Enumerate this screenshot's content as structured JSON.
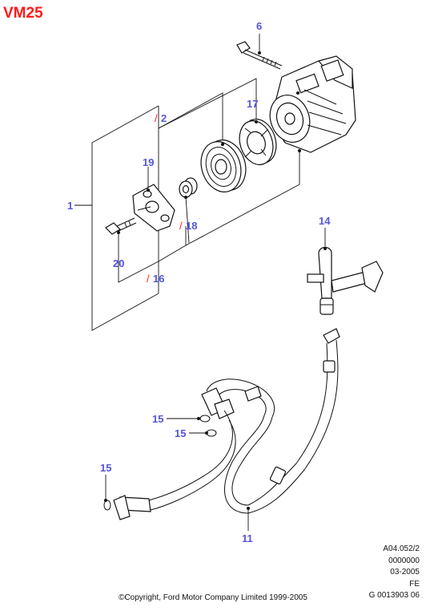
{
  "diagram_code": "VM25",
  "callouts": {
    "c1": "1",
    "c2": "2",
    "c6": "6",
    "c11": "11",
    "c14": "14",
    "c15a": "15",
    "c15b": "15",
    "c15c": "15",
    "c16": "16",
    "c17": "17",
    "c18": "18",
    "c19": "19",
    "c20": "20"
  },
  "not_serviced_mark": "/",
  "reference_block": {
    "line1": "A04.052/2",
    "line2": "0000000",
    "line3": "03-2005",
    "line4": "FE",
    "line5": "G 0013903 06"
  },
  "copyright": "©Copyright, Ford Motor Company Limited 1999-2005"
}
